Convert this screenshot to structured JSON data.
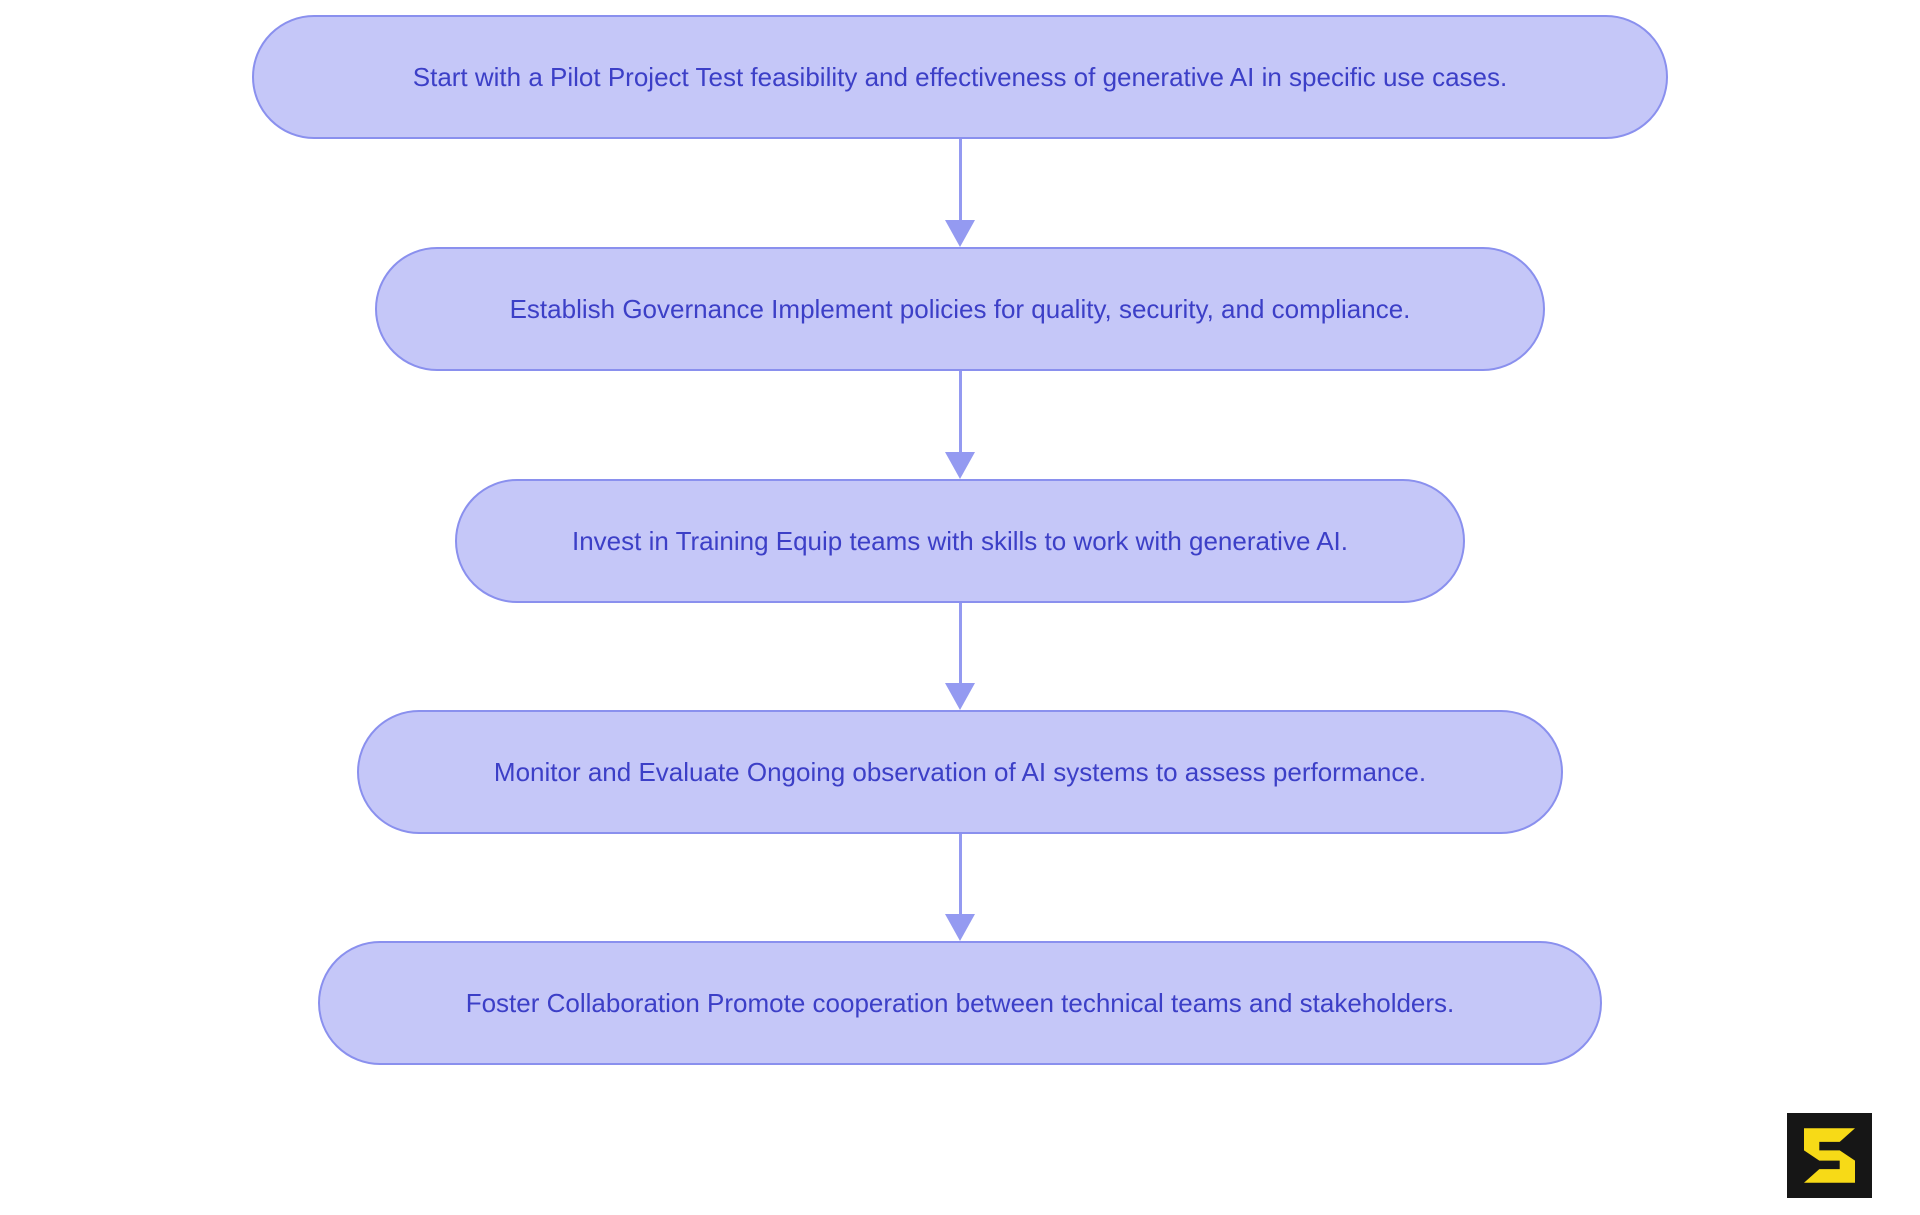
{
  "flowchart": {
    "title": "Generative AI adoption steps flowchart",
    "nodes": [
      {
        "id": 1,
        "label": "Start with a Pilot Project Test feasibility and effectiveness of generative AI in specific use cases."
      },
      {
        "id": 2,
        "label": "Establish Governance Implement policies for quality, security, and compliance."
      },
      {
        "id": 3,
        "label": "Invest in Training Equip teams with skills to work with generative AI."
      },
      {
        "id": 4,
        "label": "Monitor and Evaluate Ongoing observation of AI systems to assess performance."
      },
      {
        "id": 5,
        "label": "Foster Collaboration Promote cooperation between technical teams and stakeholders."
      }
    ],
    "arrows": [
      {
        "from": 1,
        "to": 2,
        "direction": "down"
      },
      {
        "from": 2,
        "to": 3,
        "direction": "down"
      },
      {
        "from": 3,
        "to": 4,
        "direction": "down"
      },
      {
        "from": 4,
        "to": 5,
        "direction": "down"
      }
    ]
  },
  "logo": {
    "icon": "s-logo-icon",
    "description": "Black square badge with yellow angular S mark"
  },
  "colors": {
    "background": "#ffffff",
    "node_fill": "#c5c7f8",
    "node_border": "#8a90ee",
    "node_text": "#3c3fc7",
    "arrow": "#949af1",
    "logo_background": "#161616",
    "logo_glyph": "#f7da17"
  }
}
